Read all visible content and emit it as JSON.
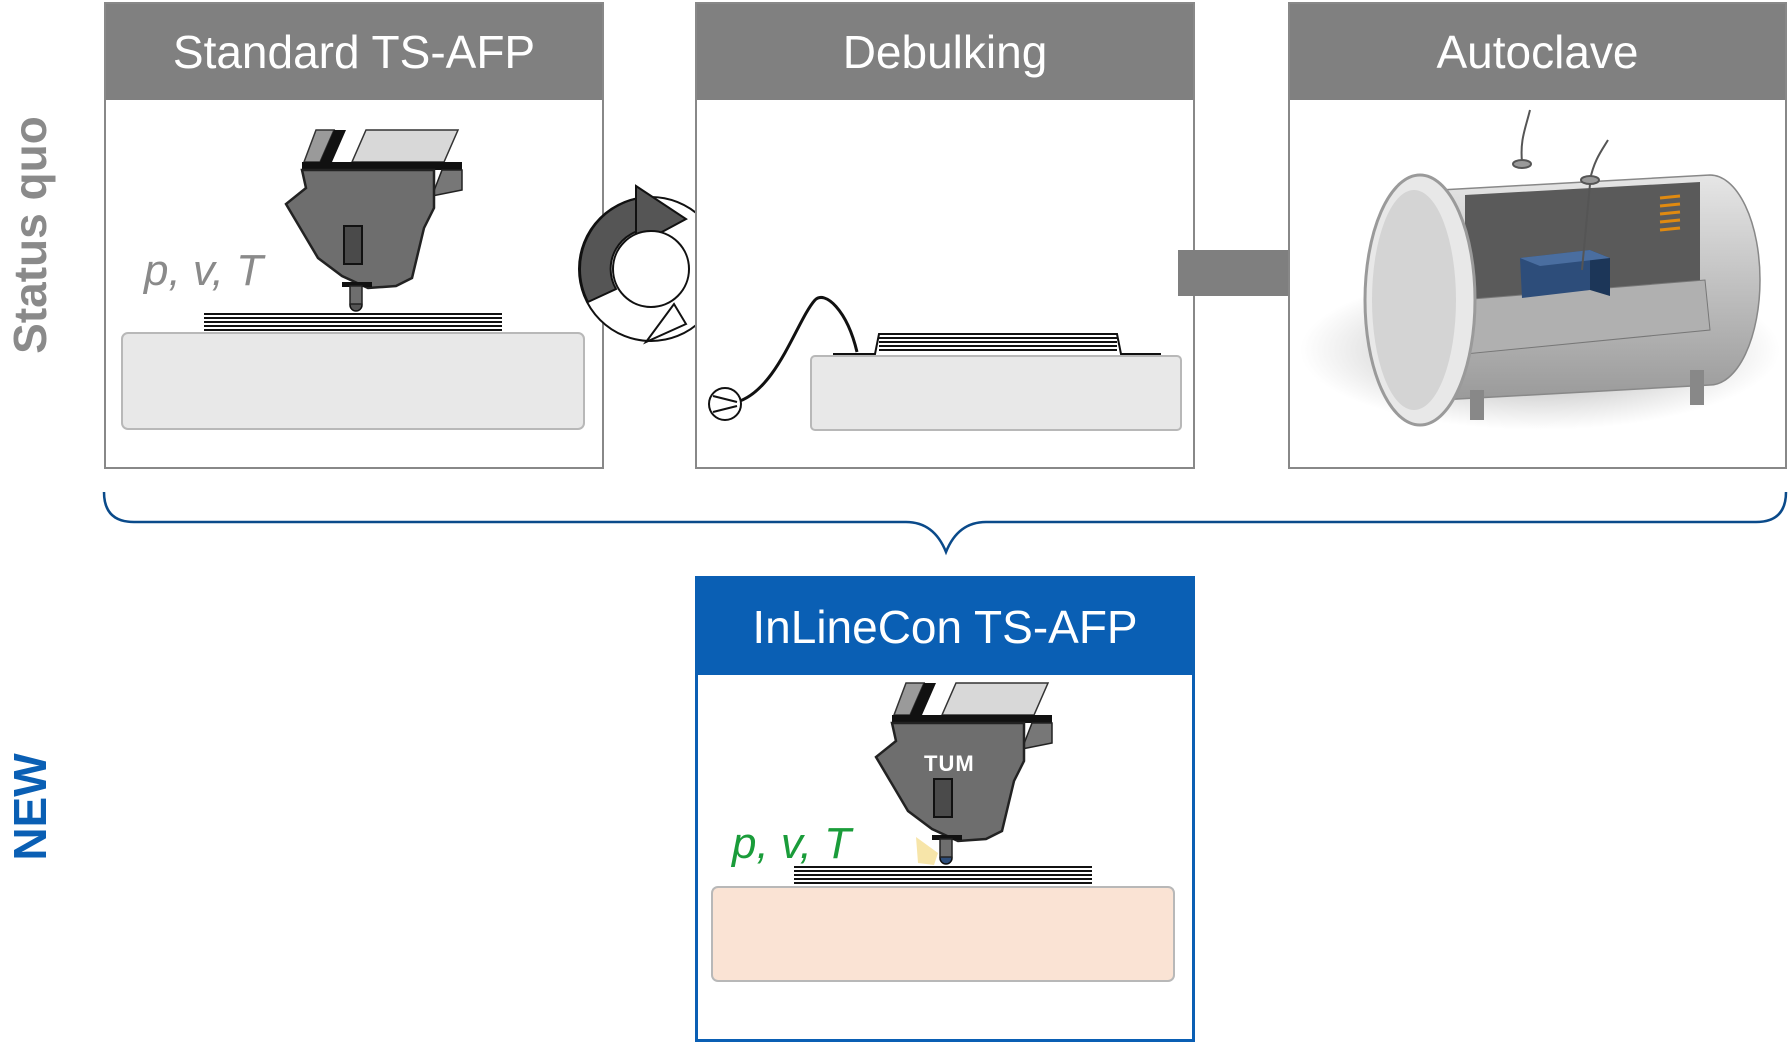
{
  "rows": {
    "status_quo_label": "Status quo",
    "new_label": "NEW"
  },
  "panels": {
    "standard": {
      "title": "Standard TS-AFP",
      "params": "p, v, T"
    },
    "debulking": {
      "title": "Debulking"
    },
    "autoclave": {
      "title": "Autoclave"
    },
    "inlinecon": {
      "title": "InLineCon TS-AFP",
      "params": "p, v, T",
      "logo": "TUM"
    }
  },
  "colors": {
    "status_quo": "#8a8a8a",
    "new": "#0a5fb4",
    "header_gray": "#808080",
    "params_gray": "#8a8a8a",
    "params_green": "#1a9c3a",
    "tool_base_gray": "#e8e8e8",
    "tool_base_new": "#fae3d4"
  }
}
